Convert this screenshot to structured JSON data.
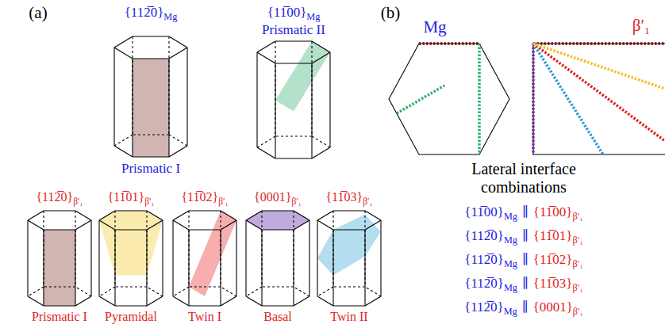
{
  "diagram": {
    "labels": [
      "(a)",
      "{112̅0}",
      "Mg",
      "{11̅00}",
      "Mg",
      "Prismatic I",
      "Prismatic II",
      "{112̅0}",
      "β′₁",
      "{11̅01}",
      "β′₁",
      "{11̅02}",
      "β′₁",
      "{0001}",
      "β′₁",
      "{11̅03}",
      "β′₁",
      "Prismatic I",
      "Pyramidal",
      "Twin I",
      "Basal",
      "Twin II",
      "(b)",
      "Mg",
      "β′₁",
      "Lateral interface combinations",
      "{11̅00}",
      "Mg",
      "∥",
      "{11̅00}",
      "β′₁",
      "{112̅0}",
      "Mg",
      "∥",
      "{11̅01}",
      "β′₁",
      "{112̅0}",
      "Mg",
      "∥",
      "{11̅02}",
      "β′₁",
      "{112̅0}",
      "Mg",
      "∥",
      "{11̅03}",
      "β′₁",
      "{112̅0}",
      "Mg",
      "∥",
      "{0001}",
      "β′₁"
    ]
  }
}
